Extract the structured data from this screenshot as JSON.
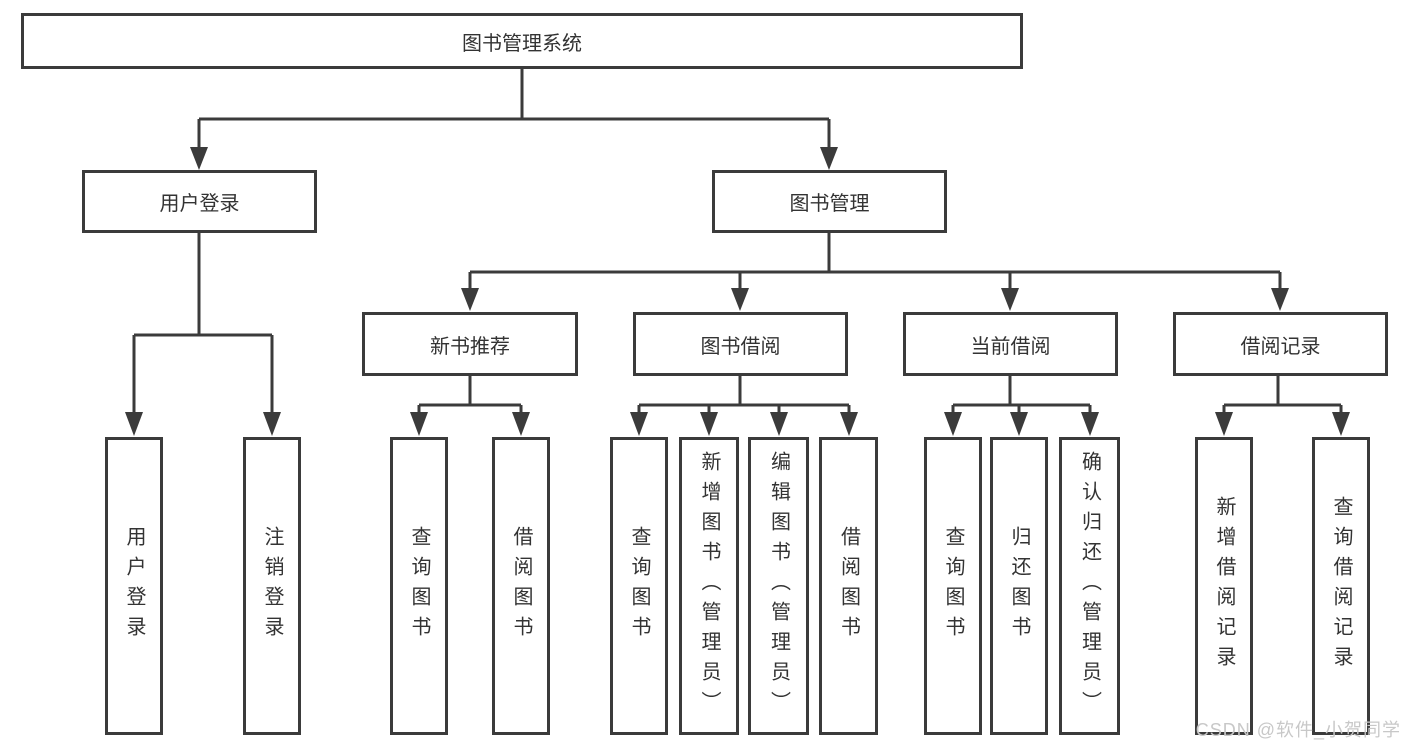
{
  "tree": {
    "root": {
      "label": "图书管理系统"
    },
    "login": {
      "label": "用户登录",
      "children": {
        "user_login": {
          "label": "用户登录"
        },
        "logout": {
          "label": "注销登录"
        }
      }
    },
    "management": {
      "label": "图书管理",
      "sections": {
        "new_books": {
          "label": "新书推荐",
          "children": {
            "query": {
              "label": "查询图书"
            },
            "borrow": {
              "label": "借阅图书"
            }
          }
        },
        "borrowing": {
          "label": "图书借阅",
          "children": {
            "query": {
              "label": "查询图书"
            },
            "add": {
              "label": "新增图书（管理员）"
            },
            "edit": {
              "label": "编辑图书（管理员）"
            },
            "borrow": {
              "label": "借阅图书"
            }
          }
        },
        "current": {
          "label": "当前借阅",
          "children": {
            "query": {
              "label": "查询图书"
            },
            "return": {
              "label": "归还图书"
            },
            "confirm": {
              "label": "确认归还（管理员）"
            }
          }
        },
        "records": {
          "label": "借阅记录",
          "children": {
            "add": {
              "label": "新增借阅记录"
            },
            "query": {
              "label": "查询借阅记录"
            }
          }
        }
      }
    }
  },
  "watermark": {
    "text": "CSDN @软件_小贺同学"
  },
  "colors": {
    "line": "#3b3b3b",
    "text": "#333333",
    "watermark": "#c8c8c8",
    "bg": "#ffffff"
  }
}
